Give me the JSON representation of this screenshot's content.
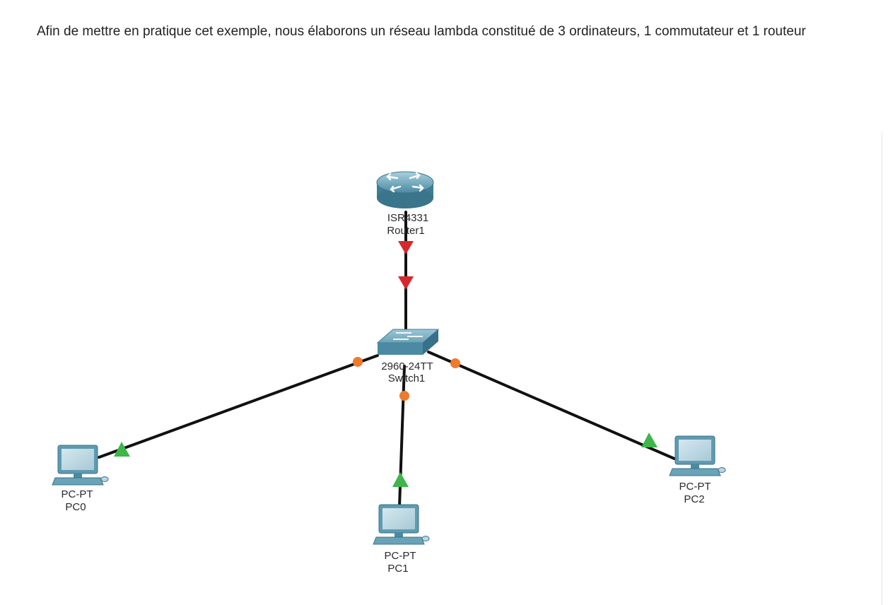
{
  "intro_text": "Afin de mettre en pratique cet exemple, nous élaborons un réseau lambda constitué de 3 ordinateurs, 1 commutateur et 1 routeur",
  "colors": {
    "link": "#111111",
    "link_down": "#d9262a",
    "link_up": "#3fb54a",
    "link_pending": "#f07a2c",
    "device_blue": "#4e8ea6"
  },
  "devices": {
    "router": {
      "icon": "router-icon",
      "model": "ISR4331",
      "name": "Router1"
    },
    "switch": {
      "icon": "switch-icon",
      "model": "2960-24TT",
      "name": "Switch1"
    },
    "pc0": {
      "icon": "pc-icon",
      "model": "PC-PT",
      "name": "PC0"
    },
    "pc1": {
      "icon": "pc-icon",
      "model": "PC-PT",
      "name": "PC1"
    },
    "pc2": {
      "icon": "pc-icon",
      "model": "PC-PT",
      "name": "PC2"
    }
  },
  "links": [
    {
      "from": "router",
      "to": "switch",
      "status_from": "down",
      "status_to": "down"
    },
    {
      "from": "switch",
      "to": "pc0",
      "status_from": "pending",
      "status_to": "up"
    },
    {
      "from": "switch",
      "to": "pc1",
      "status_from": "pending",
      "status_to": "up"
    },
    {
      "from": "switch",
      "to": "pc2",
      "status_from": "pending",
      "status_to": "up"
    }
  ]
}
